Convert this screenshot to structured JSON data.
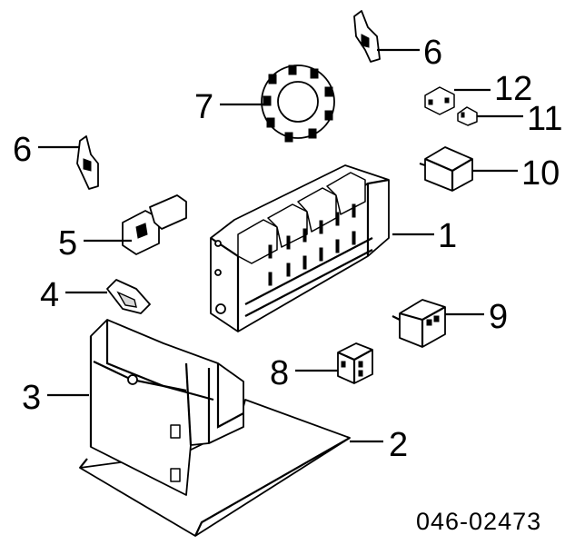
{
  "diagram": {
    "reference_code": "046-02473",
    "callouts": [
      {
        "id": "1",
        "label": "1"
      },
      {
        "id": "2",
        "label": "2"
      },
      {
        "id": "3",
        "label": "3"
      },
      {
        "id": "4",
        "label": "4"
      },
      {
        "id": "5",
        "label": "5"
      },
      {
        "id": "6a",
        "label": "6"
      },
      {
        "id": "6b",
        "label": "6"
      },
      {
        "id": "7",
        "label": "7"
      },
      {
        "id": "8",
        "label": "8"
      },
      {
        "id": "9",
        "label": "9"
      },
      {
        "id": "10",
        "label": "10"
      },
      {
        "id": "11",
        "label": "11"
      },
      {
        "id": "12",
        "label": "12"
      }
    ]
  }
}
